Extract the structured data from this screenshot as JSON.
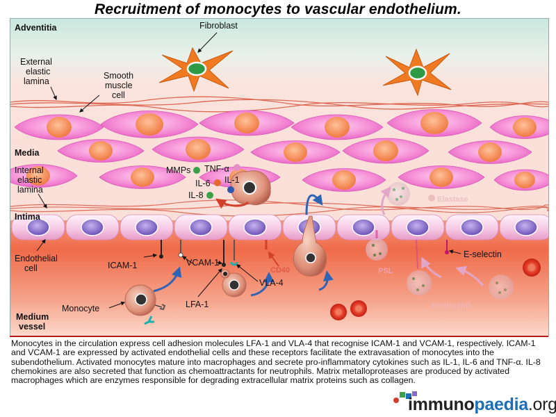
{
  "title": "Recruitment of monocytes to vascular endothelium.",
  "labels": {
    "adventitia": "Adventitia",
    "fibroblast": "Fibroblast",
    "external_elastic_1": "External",
    "external_elastic_2": "elastic",
    "external_elastic_3": "lamina",
    "smooth_muscle_1": "Smooth",
    "smooth_muscle_2": "muscle",
    "smooth_muscle_3": "cell",
    "media": "Media",
    "internal_elastic_1": "Internal",
    "internal_elastic_2": "elastic",
    "internal_elastic_3": "lamina",
    "intima": "Intima",
    "endothelial_1": "Endothelial",
    "endothelial_2": "cell",
    "medium_vessel_1": "Medium",
    "medium_vessel_2": "vessel",
    "mmps": "MMPs",
    "tnf_alpha": "TNF-α",
    "il6": "IL-6",
    "il1": "IL-1",
    "il8": "IL-8",
    "icam1": "ICAM-1",
    "vcam1": "VCAM-1",
    "monocyte": "Monocyte",
    "lfa1": "LFA-1",
    "vla4": "VLA-4",
    "cd40": "CD40",
    "elastase": "Elastase",
    "psl": "PSL",
    "e_selectin": "E-selectin",
    "neutrophil": "Neutrophil"
  },
  "caption": "Monocytes in the circulation express cell adhesion molecules LFA-1 and VLA-4 that recognise ICAM-1 and VCAM-1, respectively. ICAM-1 and VCAM-1 are expressed by activated endothelial cells and these receptors facilitate the extravasation of monocytes into the subendothelium. Activated monocytes mature into macrophages and secrete pro-inflammatory cytokines such as IL-1, IL-6 and TNF-α. IL-8 chemokines are also secreted that function as chemoattractants for neutrophils. Matrix metalloproteases are produced by activated macrophages which are enzymes responsible for degrading extracellular matrix proteins such as collagen.",
  "logo": {
    "part1": "immuno",
    "part2": "paedia",
    "part3": ".org"
  },
  "colors": {
    "adventitia_top": "#cfe9e1",
    "media_bg": "#fbe1dc",
    "vessel": "#ef5a3a",
    "smooth_muscle": "#f07fd0",
    "nucleus_orange": "#f08a54",
    "endothelial_nucleus": "#8a6ac8",
    "fibroblast": "#f07a22",
    "logo_blue": "#1c6fb7",
    "accent_red": "#b21a1a"
  }
}
